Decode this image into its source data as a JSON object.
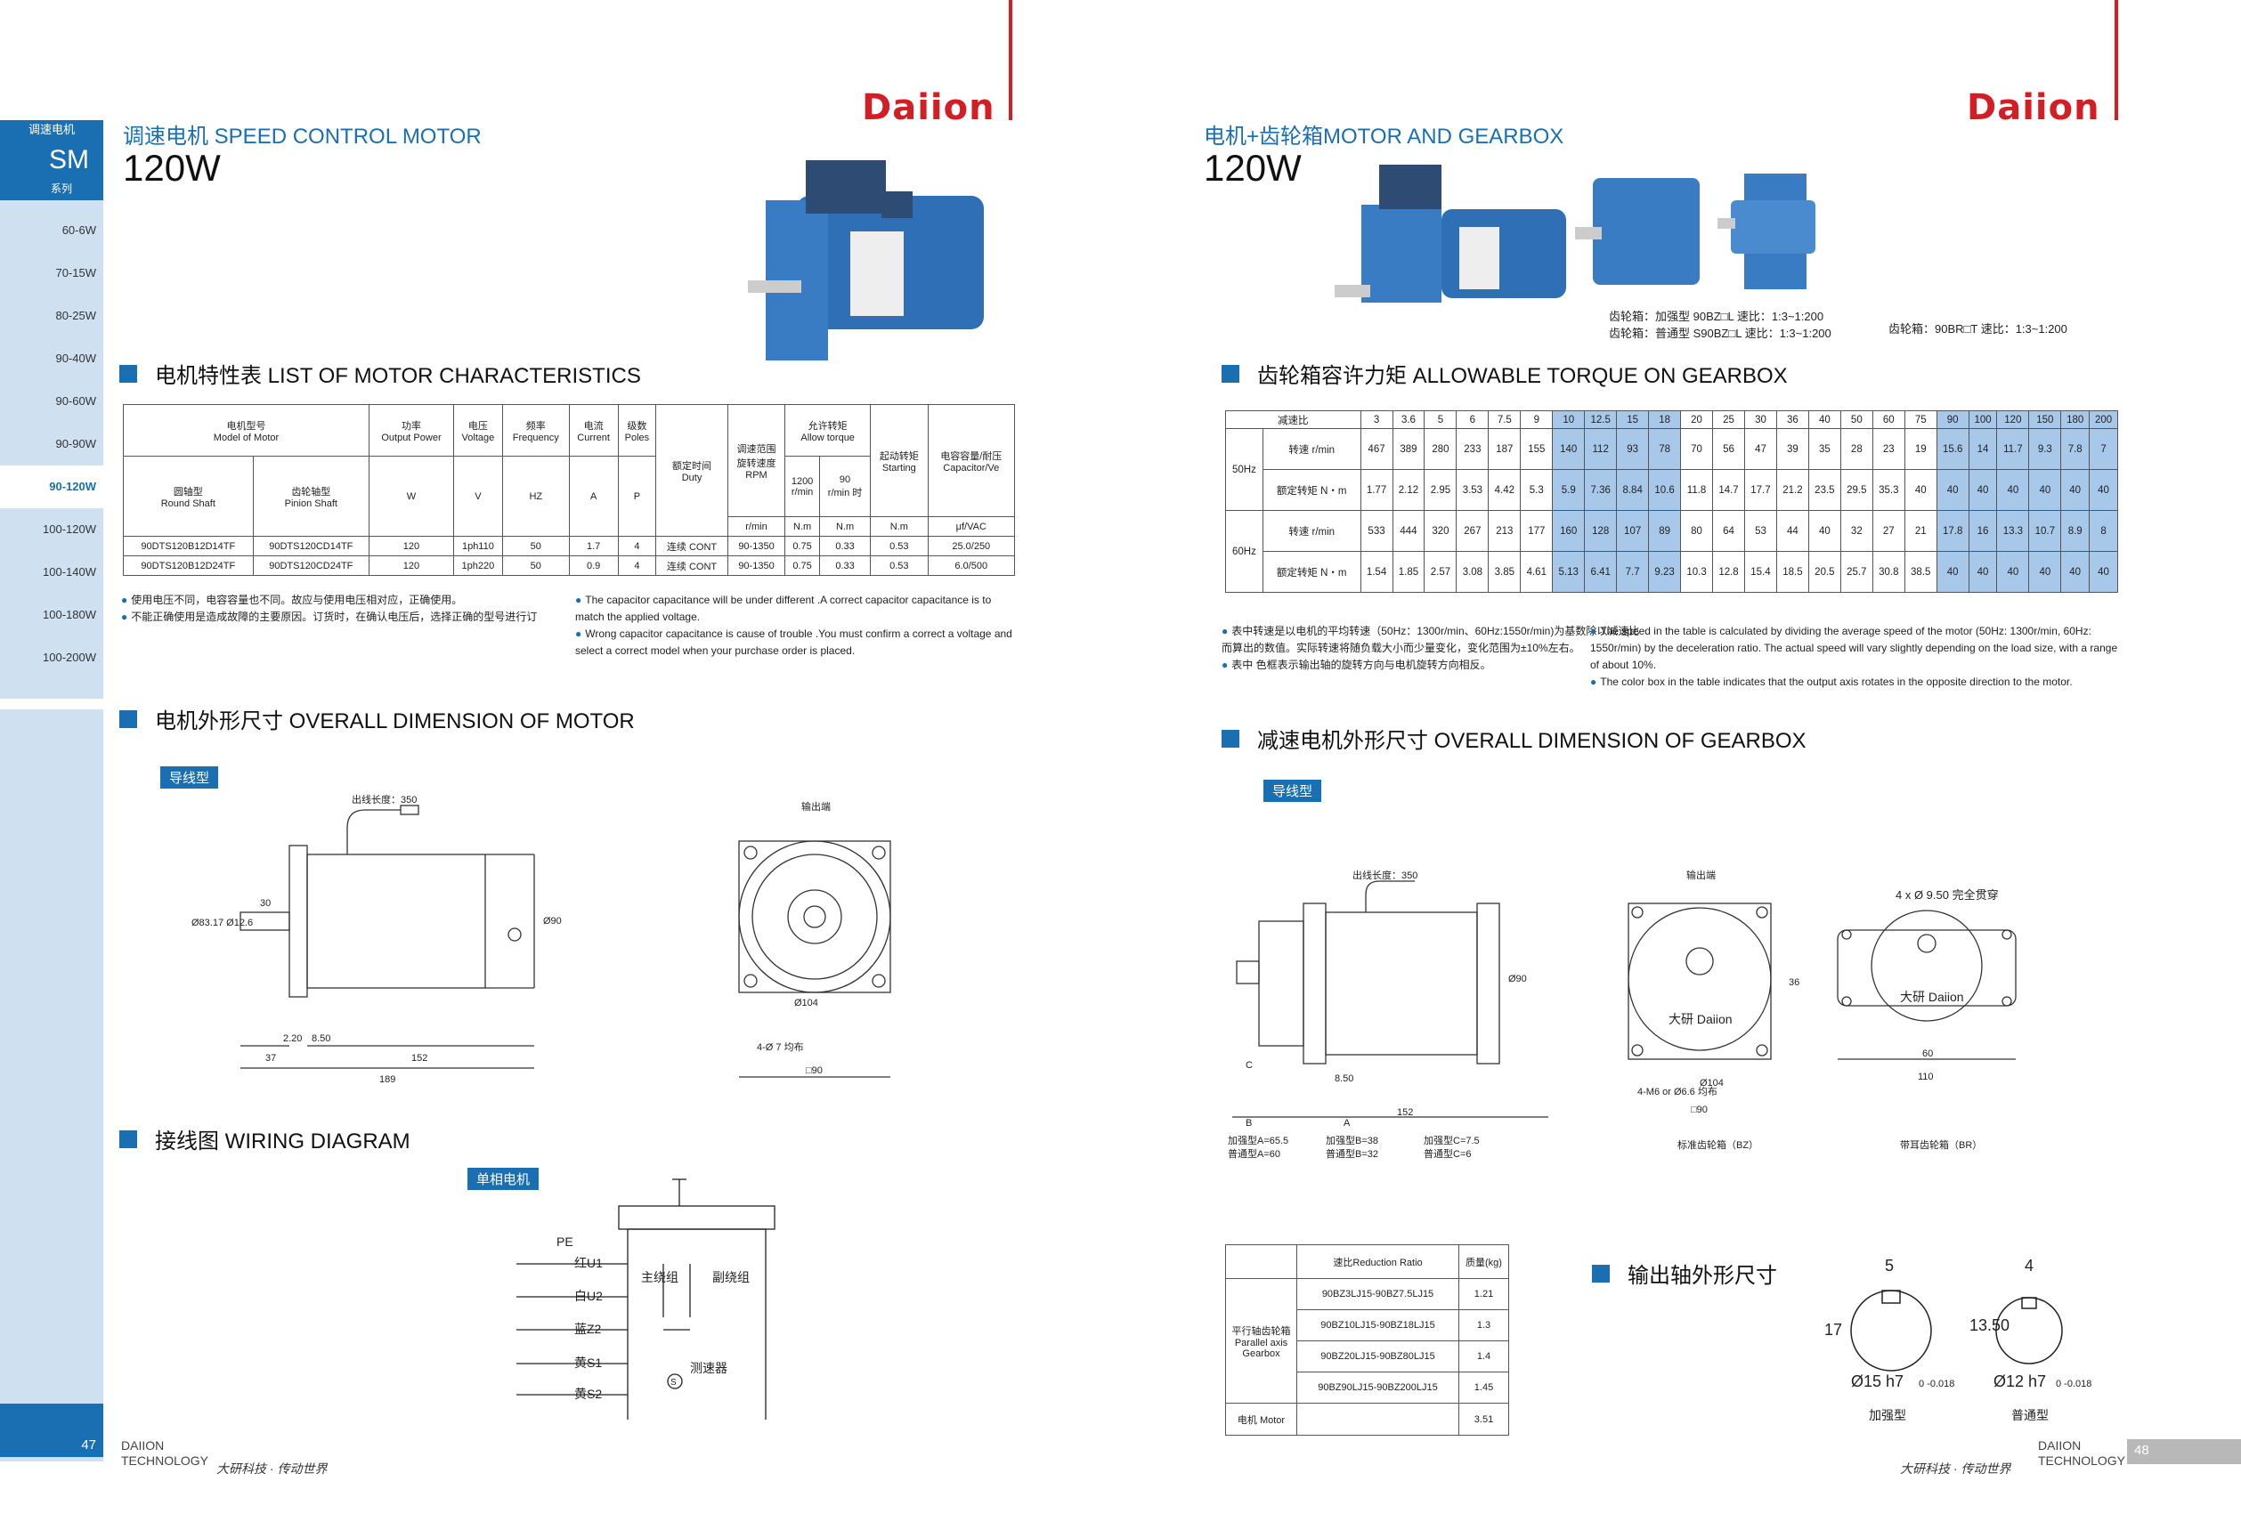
{
  "left": {
    "logo": "Daiion",
    "sidebar": {
      "top": "调速电机",
      "series_big": "SM",
      "series_small": "系列",
      "items": [
        "60-6W",
        "70-15W",
        "80-25W",
        "90-40W",
        "90-60W",
        "90-90W",
        "90-120W",
        "100-120W",
        "100-140W",
        "100-180W",
        "100-200W"
      ],
      "active": "90-120W",
      "page_number": "47"
    },
    "category_title": "调速电机 SPEED CONTROL MOTOR",
    "watt": "120W",
    "sections": {
      "characteristics": "电机特性表 LIST OF MOTOR CHARACTERISTICS",
      "dimension": "电机外形尺寸 OVERALL DIMENSION OF MOTOR",
      "wiring": "接线图 WIRING DIAGRAM"
    },
    "tags": {
      "lead": "导线型",
      "single_phase": "单相电机"
    },
    "table": {
      "h_model": "电机型号",
      "h_model_en": "Model of Motor",
      "h_round": "圆轴型",
      "h_round_en": "Round Shaft",
      "h_pinion": "齿轮轴型",
      "h_pinion_en": "Pinion Shaft",
      "h_power": "功率",
      "h_power_en": "Output Power",
      "h_voltage": "电压",
      "h_voltage_en": "Voltage",
      "h_freq": "频率",
      "h_freq_en": "Frequency",
      "h_current": "电流",
      "h_current_en": "Current",
      "h_poles": "级数",
      "h_poles_en": "Poles",
      "h_duty": "额定时间",
      "h_duty_en": "Duty",
      "h_range": "调速范围",
      "h_range2": "旋转速度",
      "h_range_en": "RPM",
      "h_allow": "允许转矩",
      "h_allow_en": "Allow torque",
      "h_1200": "1200",
      "h_90": "90",
      "h_start": "起动转矩",
      "h_start_en": "Starting",
      "h_cap": "电容容量/耐压",
      "h_cap_en": "Capacitor/Ve",
      "u_w": "W",
      "u_v": "V",
      "u_hz": "HZ",
      "u_a": "A",
      "u_p": "P",
      "u_rmin": "r/min",
      "u_rmin_a": "r/min",
      "u_rmin_b": "r/min 时",
      "u_nm1": "N.m",
      "u_nm2": "N.m",
      "u_nm3": "N.m",
      "u_cap": "μf/VAC",
      "rows": [
        [
          "90DTS120B12D14TF",
          "90DTS120CD14TF",
          "120",
          "1ph110",
          "50",
          "1.7",
          "4",
          "连续 CONT",
          "90-1350",
          "0.75",
          "0.33",
          "0.53",
          "25.0/250"
        ],
        [
          "90DTS120B12D24TF",
          "90DTS120CD24TF",
          "120",
          "1ph220",
          "50",
          "0.9",
          "4",
          "连续 CONT",
          "90-1350",
          "0.75",
          "0.33",
          "0.53",
          "6.0/500"
        ]
      ]
    },
    "notes_cn": [
      "使用电压不同，电容容量也不同。故应与使用电压相对应，正确使用。",
      "不能正确使用是造成故障的主要原因。订货时，在确认电压后，选择正确的型号进行订"
    ],
    "notes_en": [
      "The capacitor capacitance will be under different .A correct capacitor capacitance is to match the applied voltage.",
      "Wrong capacitor capacitance is cause of trouble .You must confirm a correct a voltage and select a correct model when your purchase order is placed."
    ],
    "drawing": {
      "lead_len": "出线长度：350",
      "out_end": "输出端",
      "d30": "30",
      "d37": "37",
      "d2": "2.20",
      "d850": "8.50",
      "d152": "152",
      "d189": "189",
      "d90": "Ø90",
      "d104": "Ø104",
      "dsq90": "□90",
      "holes": "4-Ø 7 均布",
      "shaft": "Ø83.17 Ø12.6"
    },
    "wiring": {
      "pe": "PE",
      "red": "红U1",
      "white": "白U2",
      "blue": "蓝Z2",
      "y1": "黄S1",
      "y2": "黄S2",
      "main": "主绕组",
      "aux": "副绕组",
      "tach": "测速器",
      "s": "S"
    },
    "brand_1": "DAIION",
    "brand_2": "TECHNOLOGY",
    "slogan": "大研科技 · 传动世界"
  },
  "right": {
    "logo": "Daiion",
    "category_title": "电机+齿轮箱MOTOR AND GEARBOX",
    "watt": "120W",
    "caption_1a": "齿轮箱：加强型  90BZ□L   速比：1:3~1:200",
    "caption_1b": "齿轮箱：普通型  S90BZ□L  速比：1:3~1:200",
    "caption_2": "齿轮箱：90BR□T    速比：1:3~1:200",
    "sections": {
      "torque": "齿轮箱容许力矩 ALLOWABLE TORQUE ON GEARBOX",
      "dimension": "减速电机外形尺寸 OVERALL DIMENSION OF GEARBOX",
      "shaft": "输出轴外形尺寸"
    },
    "tags": {
      "lead": "导线型"
    },
    "torque": {
      "ratio_label": "减速比",
      "ratios": [
        "3",
        "3.6",
        "5",
        "6",
        "7.5",
        "9",
        "10",
        "12.5",
        "15",
        "18",
        "20",
        "25",
        "30",
        "36",
        "40",
        "50",
        "60",
        "75",
        "90",
        "100",
        "120",
        "150",
        "180",
        "200"
      ],
      "hz50": "50Hz",
      "hz60": "60Hz",
      "speed_label": "转速 r/min",
      "torque_label": "额定转矩 N・m",
      "s50": [
        "467",
        "389",
        "280",
        "233",
        "187",
        "155",
        "140",
        "112",
        "93",
        "78",
        "70",
        "56",
        "47",
        "39",
        "35",
        "28",
        "23",
        "19",
        "15.6",
        "14",
        "11.7",
        "9.3",
        "7.8",
        "7"
      ],
      "t50": [
        "1.77",
        "2.12",
        "2.95",
        "3.53",
        "4.42",
        "5.3",
        "5.9",
        "7.36",
        "8.84",
        "10.6",
        "11.8",
        "14.7",
        "17.7",
        "21.2",
        "23.5",
        "29.5",
        "35.3",
        "40",
        "40",
        "40",
        "40",
        "40",
        "40",
        "40"
      ],
      "s60": [
        "533",
        "444",
        "320",
        "267",
        "213",
        "177",
        "160",
        "128",
        "107",
        "89",
        "80",
        "64",
        "53",
        "44",
        "40",
        "32",
        "27",
        "21",
        "17.8",
        "16",
        "13.3",
        "10.7",
        "8.9",
        "8"
      ],
      "t60": [
        "1.54",
        "1.85",
        "2.57",
        "3.08",
        "3.85",
        "4.61",
        "5.13",
        "6.41",
        "7.7",
        "9.23",
        "10.3",
        "12.8",
        "15.4",
        "18.5",
        "20.5",
        "25.7",
        "30.8",
        "38.5",
        "40",
        "40",
        "40",
        "40",
        "40",
        "40"
      ]
    },
    "notes_cn": [
      "表中转速是以电机的平均转速（50Hz：1300r/min、60Hz:1550r/min)为基数除以减速比而算出的数值。实际转速将随负载大小而少量变化，变化范围为±10%左右。",
      "表中    色框表示输出轴的旋转方向与电机旋转方向相反。"
    ],
    "notes_en": [
      "The speed in the table is calculated by dividing the average speed of the motor (50Hz: 1300r/min, 60Hz: 1550r/min) by the deceleration ratio. The actual speed will vary slightly depending on the load size, with a range of about 10%.",
      "The color box in the table indicates that the output axis rotates in the opposite direction to the motor."
    ],
    "drawing": {
      "lead_len": "出线长度：350",
      "out_end": "输出端",
      "a_label": "A",
      "b_label": "B",
      "c_label": "C",
      "d850": "8.50",
      "d152": "152",
      "d90": "Ø90",
      "d104": "Ø104",
      "dsq90": "□90",
      "holes": "4-M6 or Ø6.6 均布",
      "br_holes": "4 x Ø 9.50 完全贯穿",
      "d36": "36",
      "d60": "60",
      "d110": "110",
      "std_label": "标准齿轮箱（BZ）",
      "br_label": "带耳齿轮箱（BR）",
      "b_enh": "加强型A=65.5",
      "b_norm": "普通型A=60",
      "bb_enh": "加强型B=38",
      "bb_norm": "普通型B=32",
      "c_enh": "加强型C=7.5",
      "c_norm": "普通型C=6",
      "brand": "大研 Daiion"
    },
    "weight_table": {
      "h_ratio": "速比Reduction Ratio",
      "h_weight": "质量(kg)",
      "group": "平行轴齿轮箱 Parallel axis Gearbox",
      "rows": [
        [
          "90BZ3LJ15-90BZ7.5LJ15",
          "1.21"
        ],
        [
          "90BZ10LJ15-90BZ18LJ15",
          "1.3"
        ],
        [
          "90BZ20LJ15-90BZ80LJ15",
          "1.4"
        ],
        [
          "90BZ90LJ15-90BZ200LJ15",
          "1.45"
        ]
      ],
      "motor": "电机 Motor",
      "motor_w": "3.51"
    },
    "shaft": {
      "enh_w": "5",
      "enh_h": "17",
      "enh_d": "Ø15 h7",
      "enh_tol": "0 -0.018",
      "enh_label": "加强型",
      "norm_w": "4",
      "norm_h": "13.50",
      "norm_d": "Ø12 h7",
      "norm_tol": "0 -0.018",
      "norm_label": "普通型"
    },
    "brand_1": "DAIION",
    "brand_2": "TECHNOLOGY",
    "slogan": "大研科技 · 传动世界",
    "page_number": "48"
  }
}
